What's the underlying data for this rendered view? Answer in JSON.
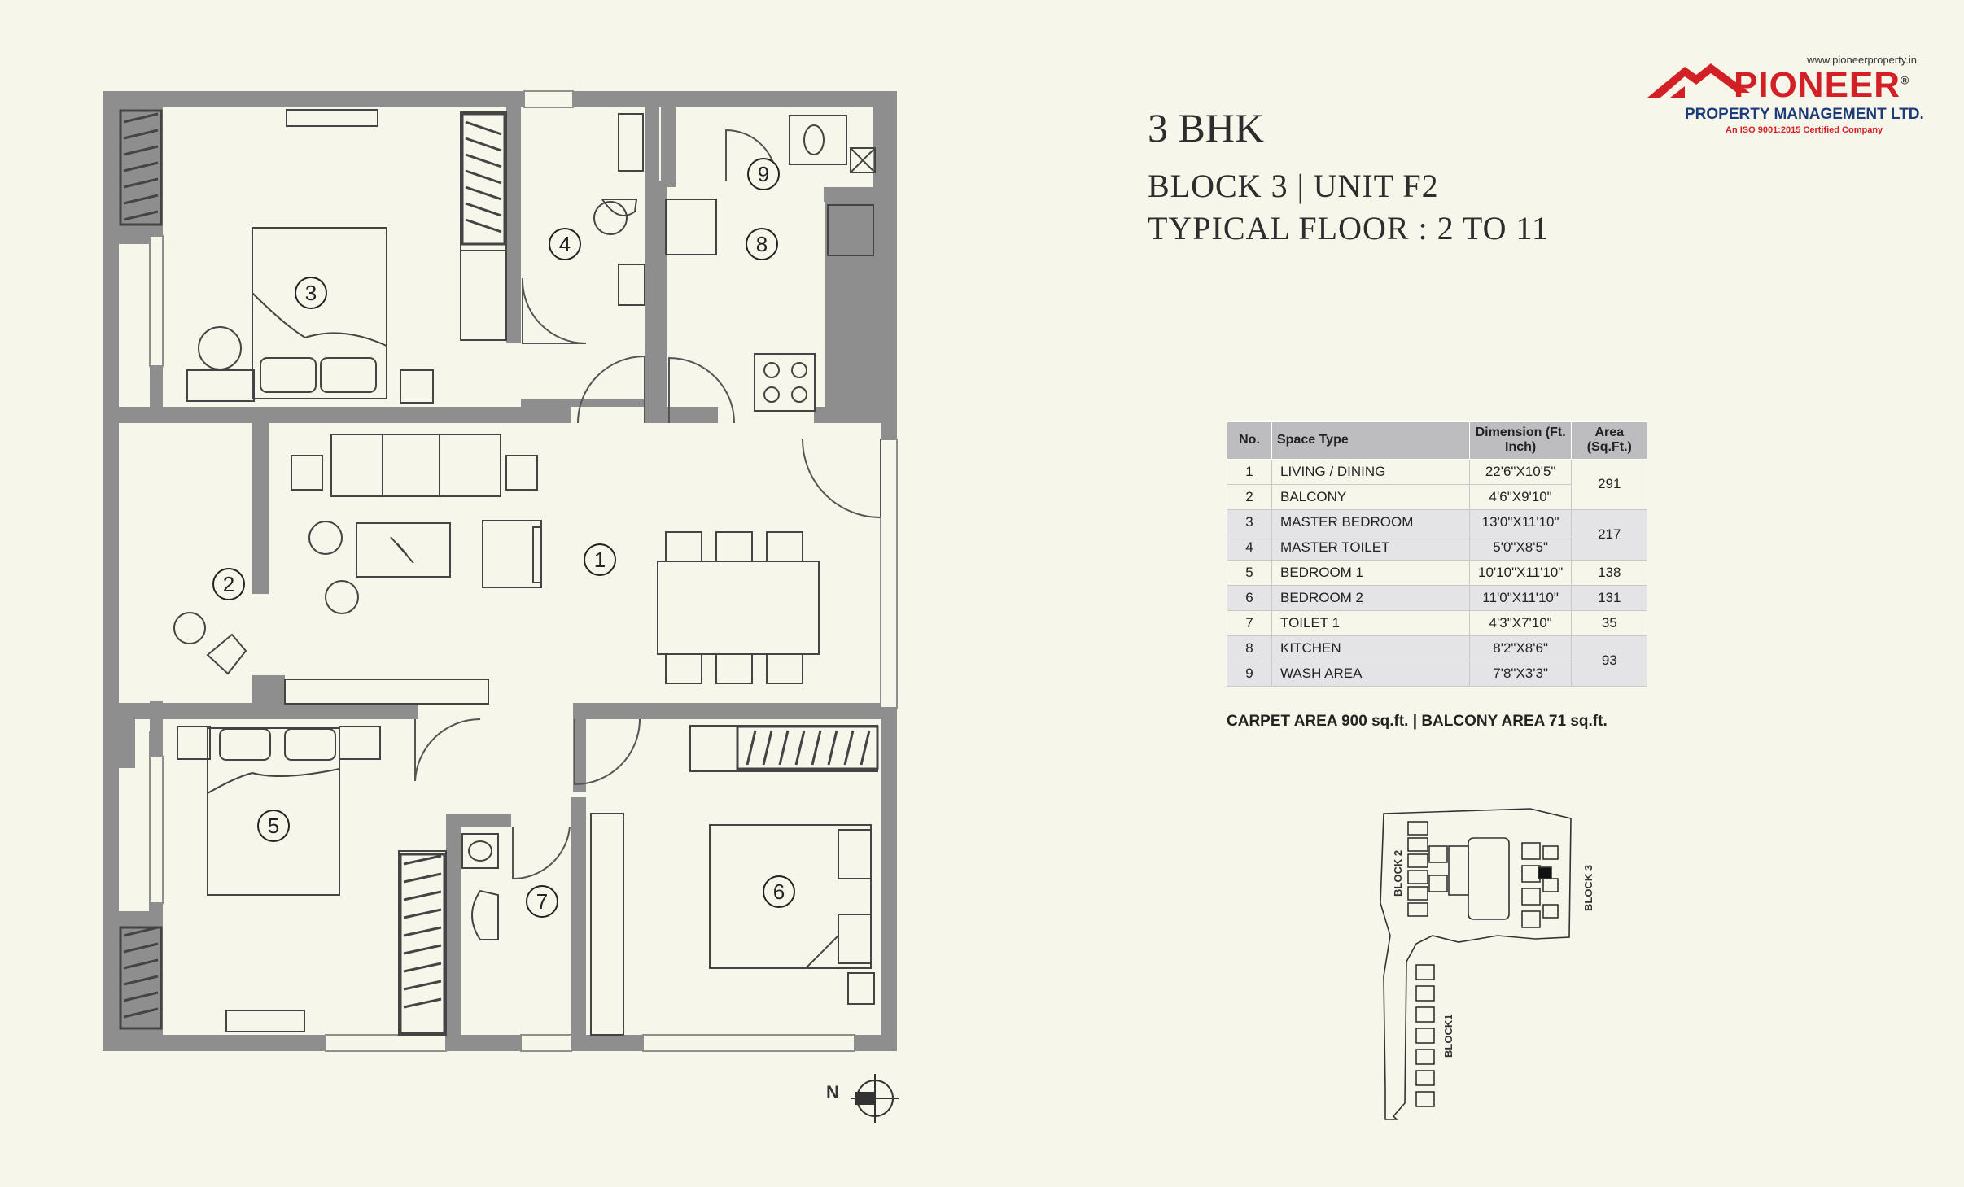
{
  "heading": {
    "type": "3 BHK",
    "block_unit": "BLOCK 3  |  UNIT F2",
    "floor": "TYPICAL FLOOR : 2 TO 11"
  },
  "logo": {
    "url": "www.pioneerproperty.in",
    "brand": "PIONEER",
    "registered": "®",
    "subtitle": "PROPERTY MANAGEMENT LTD.",
    "certification": "An ISO 9001:2015 Certified Company"
  },
  "area_table": {
    "headers": [
      "No.",
      "Space Type",
      "Dimension (Ft. Inch)",
      "Area (Sq.Ft.)"
    ],
    "rows": [
      {
        "no": "1",
        "space": "LIVING / DINING",
        "dim": "22'6\"X10'5\""
      },
      {
        "no": "2",
        "space": "BALCONY",
        "dim": "4'6\"X9'10\""
      },
      {
        "no": "3",
        "space": "MASTER BEDROOM",
        "dim": "13'0\"X11'10\""
      },
      {
        "no": "4",
        "space": "MASTER TOILET",
        "dim": "5'0\"X8'5\""
      },
      {
        "no": "5",
        "space": "BEDROOM 1",
        "dim": "10'10\"X11'10\""
      },
      {
        "no": "6",
        "space": "BEDROOM 2",
        "dim": "11'0\"X11'10\""
      },
      {
        "no": "7",
        "space": "TOILET 1",
        "dim": "4'3\"X7'10\""
      },
      {
        "no": "8",
        "space": "KITCHEN",
        "dim": "8'2\"X8'6\""
      },
      {
        "no": "9",
        "space": "WASH AREA",
        "dim": "7'8\"X3'3\""
      }
    ],
    "areas": [
      "291",
      "217",
      "138",
      "131",
      "35",
      "93"
    ]
  },
  "totals": "CARPET AREA 900 sq.ft.  |  BALCONY AREA 71 sq.ft.",
  "plan": {
    "room_numbers": [
      "1",
      "2",
      "3",
      "4",
      "5",
      "6",
      "7",
      "8",
      "9"
    ],
    "north_label": "N"
  },
  "key_plan": {
    "block_labels": [
      "BLOCK 2",
      "BLOCK 3",
      "BLOCK1"
    ]
  },
  "colors": {
    "background": "#f7f6ea",
    "wall": "#8e8e8e",
    "table_header": "#bdbdc0",
    "table_shade": "#e4e4e7",
    "brand_red": "#d32027",
    "brand_blue": "#1d3a7a"
  }
}
